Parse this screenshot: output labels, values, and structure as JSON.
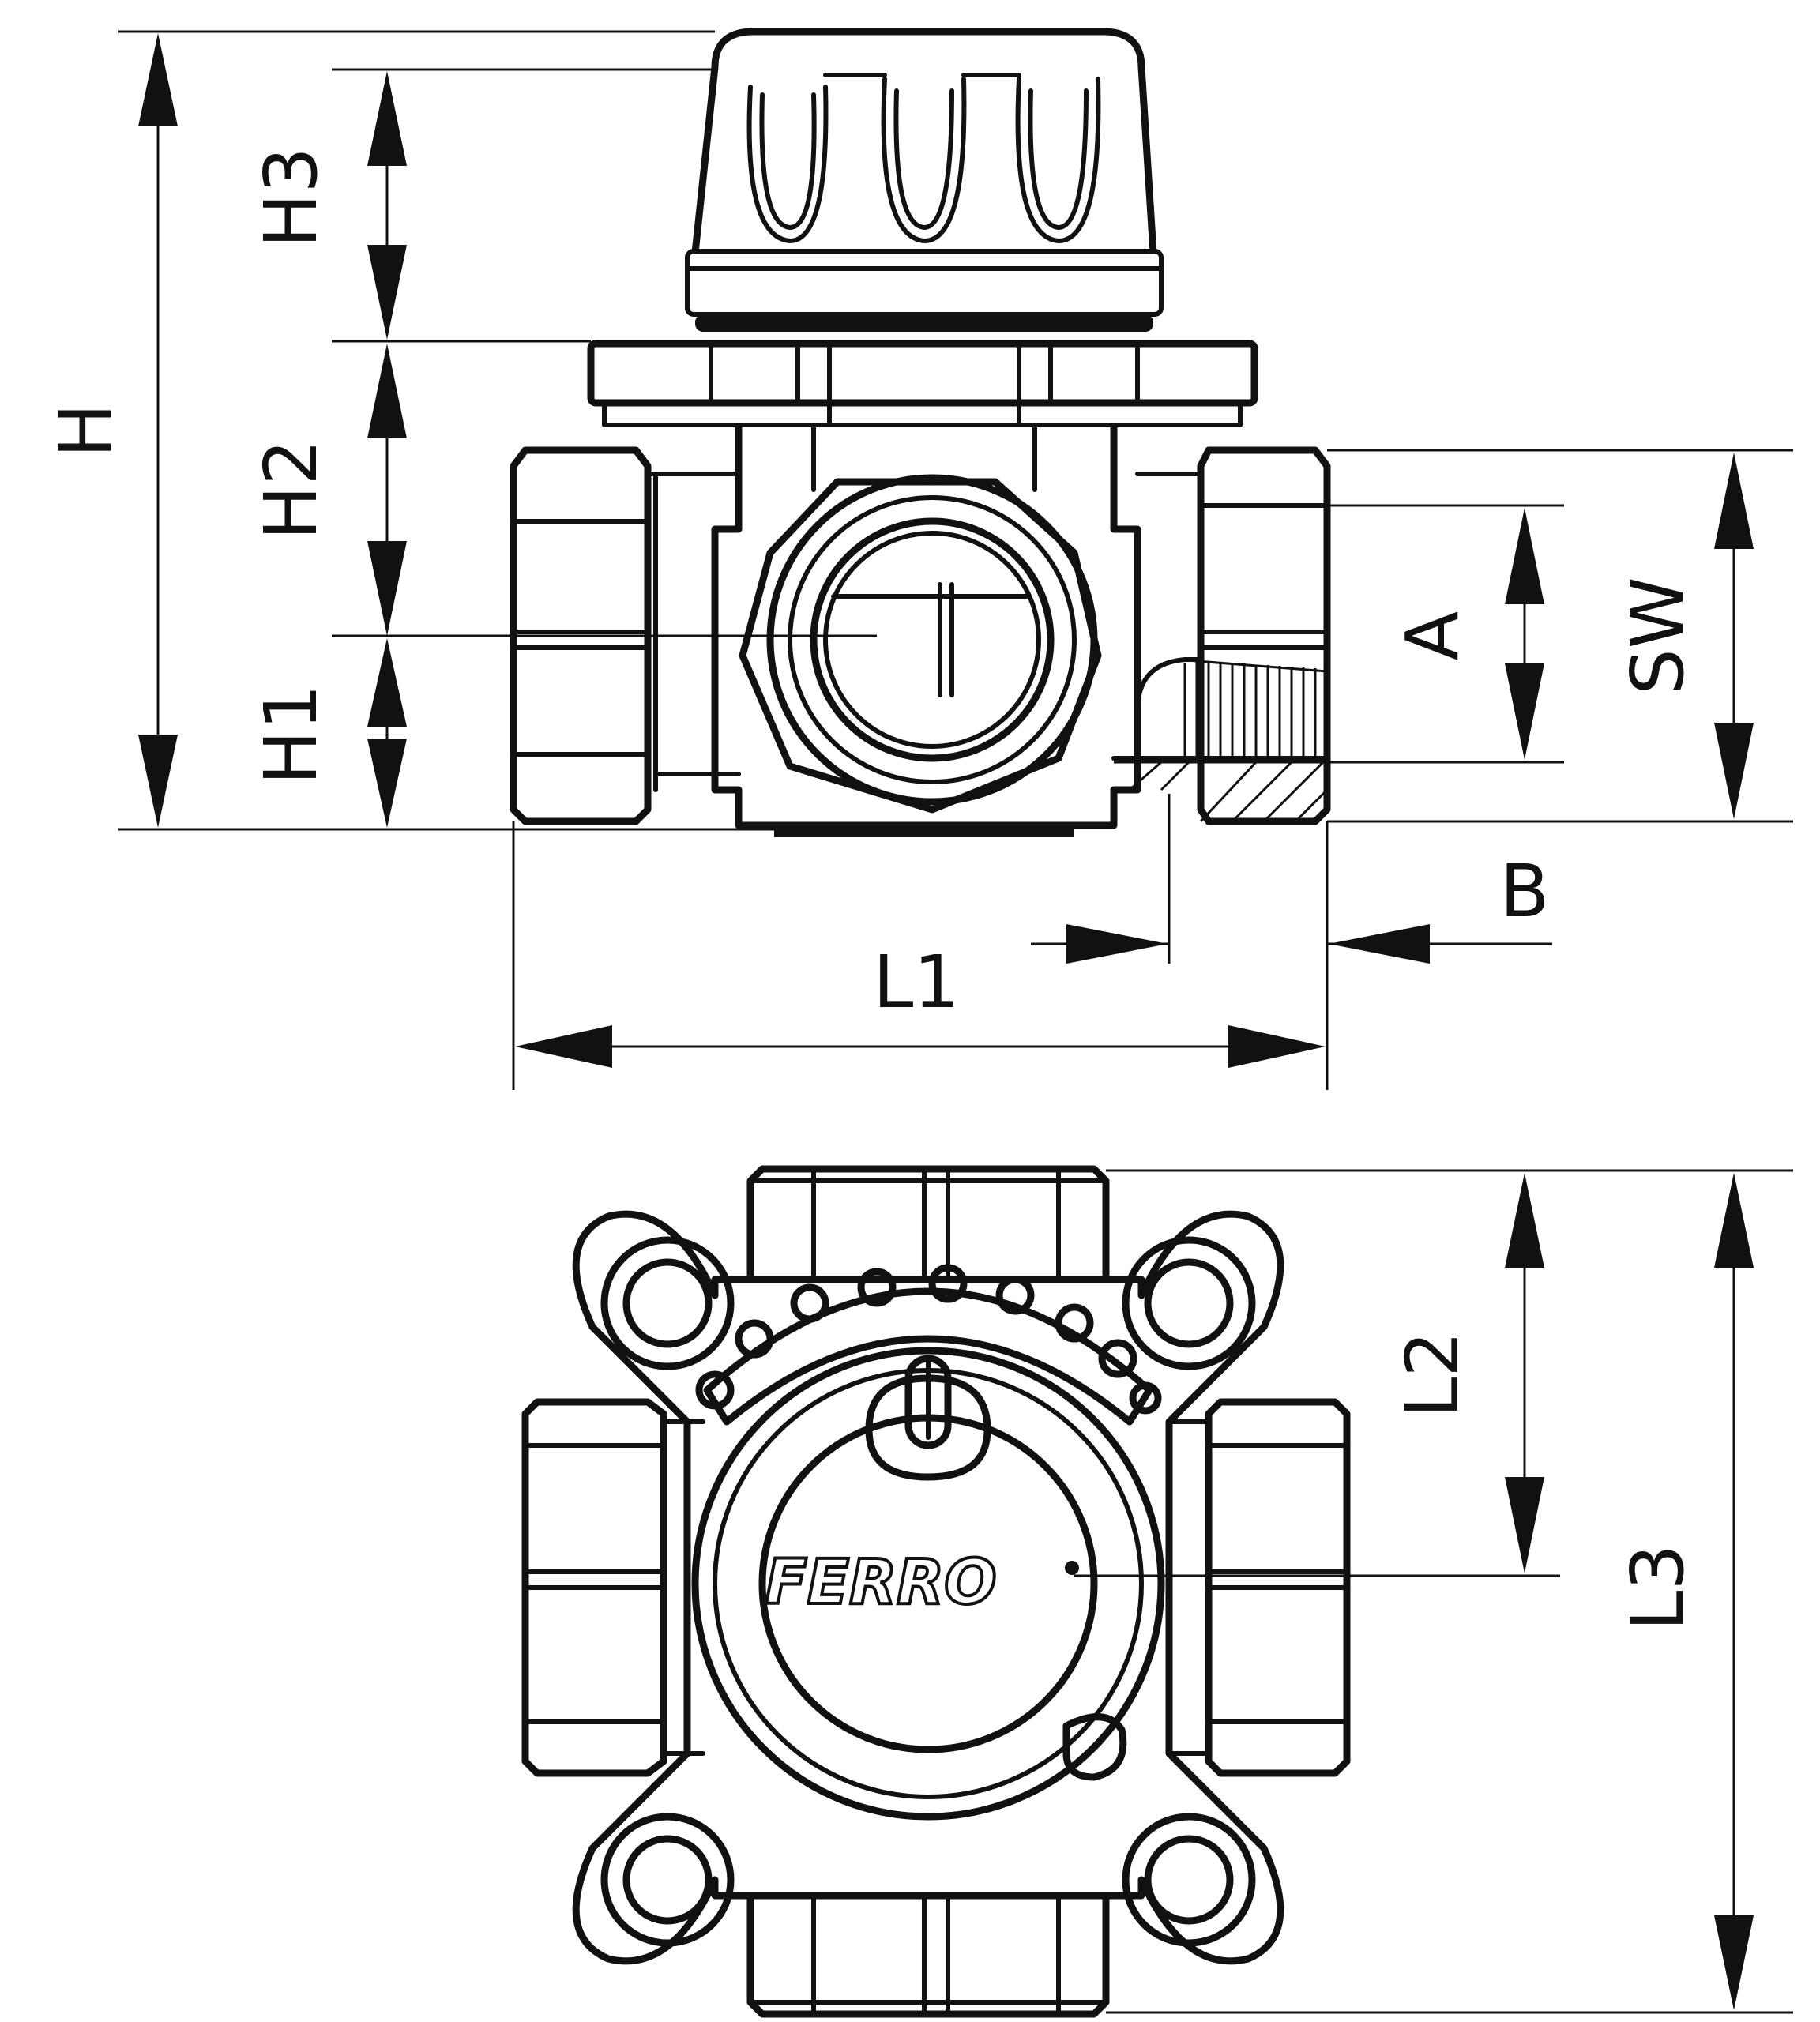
{
  "dimensions": {
    "H": "H",
    "H1": "H1",
    "H2": "H2",
    "H3": "H3",
    "A": "A",
    "SW": "SW",
    "B": "B",
    "L1": "L1",
    "L2": "L2",
    "L3": "L3"
  },
  "logo": {
    "text": "FERRO"
  },
  "colors": {
    "line": "#111111",
    "background": "#ffffff"
  }
}
